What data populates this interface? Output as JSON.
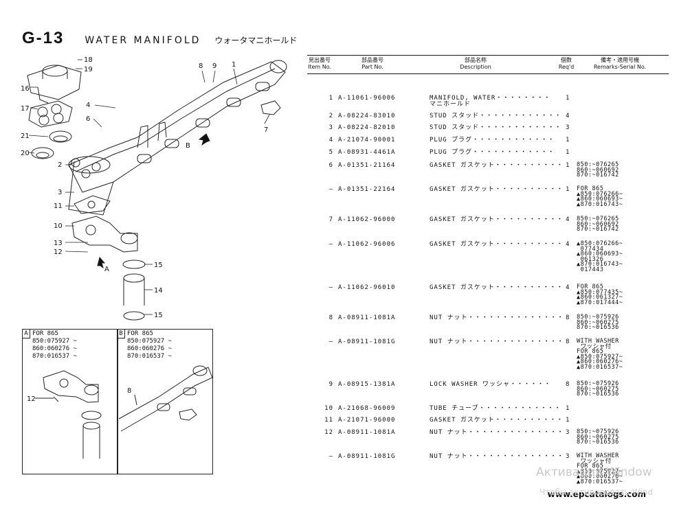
{
  "header": {
    "code": "G-13",
    "name": "WATER MANIFOLD",
    "name_jp": "ウォータマニホールド"
  },
  "table": {
    "headers": {
      "item_jp": "見出番号",
      "item_en": "Item No.",
      "part_jp": "部品番号",
      "part_en": "Part No.",
      "desc_jp": "部品名称",
      "desc_en": "Description",
      "qty_jp": "個数",
      "qty_en": "Req'd",
      "rem_jp": "備考・適用号機",
      "rem_en": "Remarks-Serial No."
    },
    "rows": [
      {
        "no": "1",
        "part": "A-11061-96006",
        "desc": "MANIFOLD, WATER・・・・・・・・\nマニホールド",
        "qty": "1",
        "remarks": ""
      },
      {
        "no": "2",
        "part": "A-08224-83010",
        "desc": "STUD スタッド・・・・・・・・・・・・",
        "qty": "4",
        "remarks": ""
      },
      {
        "no": "3",
        "part": "A-08224-82010",
        "desc": "STUD スタッド・・・・・・・・・・・・",
        "qty": "3",
        "remarks": ""
      },
      {
        "no": "4",
        "part": "A-21074-90001",
        "desc": "PLUG プラグ・・・・・・・・・・・・",
        "qty": "1",
        "remarks": ""
      },
      {
        "no": "5",
        "part": "A-08931-4461A",
        "desc": "PLUG プラグ・・・・・・・・・・・・",
        "qty": "1",
        "remarks": ""
      },
      {
        "no": "6",
        "part": "A-01351-21164",
        "desc": "GASKET ガスケット・・・・・・・・・・",
        "qty": "1",
        "remarks": "850:~076265\n860:~060692\n870:~016742"
      },
      {
        "no": "—",
        "part": "A-01351-22164",
        "desc": "GASKET ガスケット・・・・・・・・・・",
        "qty": "1",
        "remarks": "FOR 865\n▲850:076266~\n▲860:060693~\n▲870:016743~"
      },
      {
        "no": "7",
        "part": "A-11062-96000",
        "desc": "GASKET ガスケット・・・・・・・・・・",
        "qty": "4",
        "remarks": "850:~076265\n860:~060692\n870:~016742"
      },
      {
        "no": "—",
        "part": "A-11062-96006",
        "desc": "GASKET ガスケット・・・・・・・・・・",
        "qty": "4",
        "remarks": "▲850:076266~\n 077434\n▲860:060693~\n 061326\n▲870:016743~\n 017443"
      },
      {
        "no": "—",
        "part": "A-11062-96010",
        "desc": "GASKET ガスケット・・・・・・・・・・",
        "qty": "4",
        "remarks": "FOR 865\n▲850:077435~\n▲860:061327~\n▲870:017444~"
      },
      {
        "no": "8",
        "part": "A-08911-1081A",
        "desc": "NUT ナット・・・・・・・・・・・・・・",
        "qty": "8",
        "remarks": "850:~075926\n860:~060275\n870:~016536"
      },
      {
        "no": "—",
        "part": "A-08911-1081G",
        "desc": "NUT ナット・・・・・・・・・・・・・・",
        "qty": "8",
        "remarks": "WITH WASHER\n ワッシャ付\nFOR 865\n▲850:075927~\n▲860:060276~\n▲870:016537~"
      },
      {
        "no": "9",
        "part": "A-08915-1381A",
        "desc": "LOCK WASHER ワッシャ・・・・・・",
        "qty": "8",
        "remarks": "850:~075926\n860:~060275\n870:~016536"
      },
      {
        "no": "10",
        "part": "A-21068-96009",
        "desc": "TUBE チューブ・・・・・・・・・・・・",
        "qty": "1",
        "remarks": ""
      },
      {
        "no": "11",
        "part": "A-21071-96000",
        "desc": "GASKET ガスケット・・・・・・・・・・",
        "qty": "1",
        "remarks": ""
      },
      {
        "no": "12",
        "part": "A-08911-1081A",
        "desc": "NUT ナット・・・・・・・・・・・・・・",
        "qty": "3",
        "remarks": "850:~075926\n860:~060275\n870:~016536"
      },
      {
        "no": "—",
        "part": "A-08911-1081G",
        "desc": "NUT ナット・・・・・・・・・・・・・・",
        "qty": "3",
        "remarks": "WITH WASHER\n ワッシャ付\nFOR 865\n▲850:075927~\n▲860:060276~\n▲870:016537~"
      }
    ]
  },
  "diagram": {
    "callouts": [
      "18",
      "19",
      "16",
      "17",
      "21",
      "20",
      "4",
      "6",
      "2",
      "3",
      "11",
      "10",
      "13",
      "12",
      "15",
      "14",
      "15",
      "8",
      "9",
      "1",
      "7"
    ],
    "arrow_labels": [
      "A",
      "B"
    ],
    "detail_a": {
      "tag": "A",
      "note": "FOR 865\n850:075927 ~\n860:060276 ~\n870:016537 ~",
      "callout": "12"
    },
    "detail_b": {
      "tag": "B",
      "note": "FOR 865\n850:075927 ~\n860:060276 ~\n870:016537 ~",
      "callout": "8"
    }
  },
  "footer": {
    "url": "www.epcatalogs.com"
  },
  "watermark": {
    "line1": "Активация Window",
    "line2": "Чтобы активировать Wind"
  }
}
